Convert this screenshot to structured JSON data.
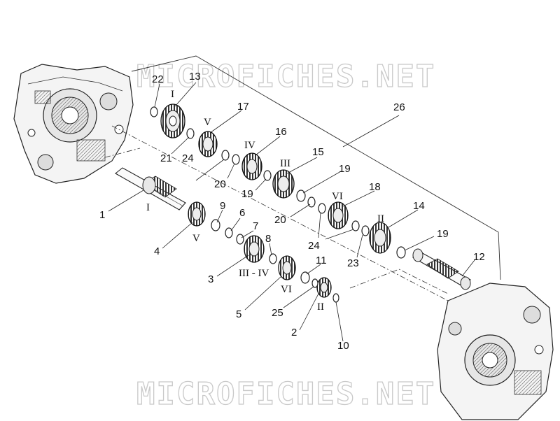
{
  "watermark": {
    "text": "MICROFICHES.NET"
  },
  "callouts": [
    "1",
    "2",
    "3",
    "4",
    "5",
    "6",
    "7",
    "8",
    "9",
    "10",
    "11",
    "12",
    "13",
    "14",
    "15",
    "16",
    "17",
    "18",
    "19",
    "19",
    "19",
    "20",
    "20",
    "21",
    "22",
    "23",
    "24",
    "24",
    "25",
    "26"
  ],
  "gear_labels": [
    "I",
    "I",
    "V",
    "V",
    "IV",
    "III",
    "VI",
    "VI",
    "II",
    "II",
    "III - IV"
  ]
}
